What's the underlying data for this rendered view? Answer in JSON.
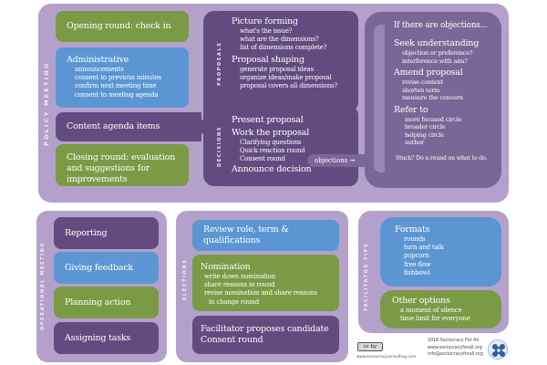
{
  "policy_meeting": {
    "label": "POLICY MEETING",
    "opening": "Opening round: check in",
    "administrative": {
      "title": "Administrative",
      "items": [
        "announcements",
        "consent to previous minutes",
        "confirm next meeting time",
        "consent to meeting agenda"
      ]
    },
    "content": "Content agenda items",
    "closing": "Closing round: evaluation and suggestions for improvements"
  },
  "proposals": {
    "label": "PROPOSALS",
    "picture_forming": {
      "title": "Picture forming",
      "items": [
        "what's the issue?",
        "what are the dimensions?",
        "list of dimensions complete?"
      ]
    },
    "proposal_shaping": {
      "title": "Proposal shaping",
      "items": [
        "generate proposal ideas",
        "organize ideas/make proposal",
        "proposal covers all dimensions?"
      ]
    }
  },
  "decisions": {
    "label": "DECISIONS",
    "present": "Present proposal",
    "work": "Work the proposal",
    "work_items": [
      "Clarifying questions",
      "Quick reaction round",
      "Consent round"
    ],
    "announce": "Announce decision",
    "objections_tag": "objections"
  },
  "objections": {
    "intro": "If there are objections...",
    "seek": {
      "title": "Seek understanding",
      "items": [
        "objection or preference?",
        "interference with aim?"
      ]
    },
    "amend": {
      "title": "Amend proposal",
      "items": [
        "revise content",
        "shorten term",
        "measure the concern"
      ]
    },
    "refer": {
      "title": "Refer to",
      "items": [
        "more focused circle",
        "broader circle",
        "helping circle",
        "author"
      ]
    },
    "stuck": "Stuck? Do a round on what to do."
  },
  "operational_meeting": {
    "label": "OPERATIONAL MEETING",
    "items": [
      "Reporting",
      "Giving feedback",
      "Planning action",
      "Assigning tasks"
    ]
  },
  "elections": {
    "label": "ELECTIONS",
    "review": "Review role, term & qualifications",
    "nomination": {
      "title": "Nomination",
      "items": [
        "write down nomination",
        "share reasons in round",
        "revise nomination and share reasons",
        "in change round"
      ]
    },
    "final": [
      "Facilitator proposes candidate",
      "Consent round"
    ]
  },
  "facilitator_tips": {
    "label": "FACILITATOR TIPS",
    "formats": {
      "title": "Formats",
      "items": [
        "rounds",
        "turn and talk",
        "popcorn",
        "free flow",
        "fishbowl"
      ]
    },
    "other": {
      "title": "Other options",
      "items": [
        "a moment of silence",
        "time limit for everyone"
      ]
    }
  },
  "footer": {
    "license_badge": "cc by",
    "consulting_url": "www.sociocracyconsulting.com",
    "copyright": "2016 Sociocracy For All",
    "website": "www.sociocracyforall.org",
    "email": "info@sociocracyforall.org"
  },
  "colors": {
    "panel": "#b3a1cc",
    "purple": "#634b80",
    "purple_light": "#7a6697",
    "green": "#7a9a45",
    "blue": "#5b96d2"
  }
}
